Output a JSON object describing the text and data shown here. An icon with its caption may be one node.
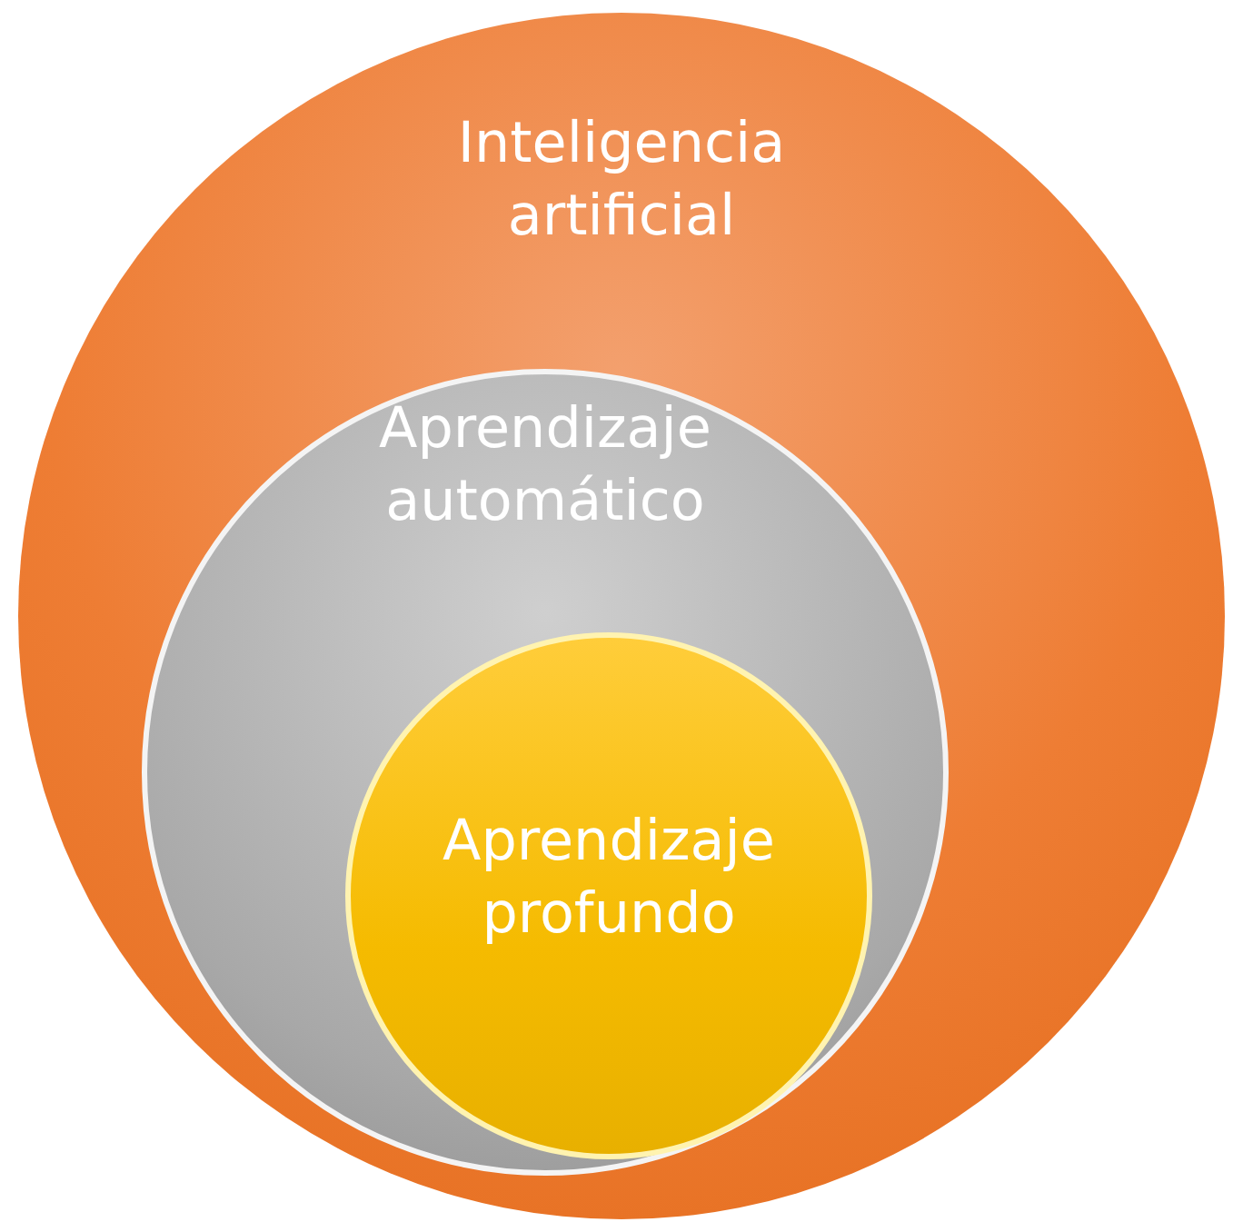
{
  "diagram": {
    "nodes": [
      {
        "text": [
          "Inteligencia artificial"
        ]
      },
      {
        "text": [
          "Aprendizaje automático"
        ],
        "in": 0
      },
      {
        "text": [
          "Aprendizaje profundo"
        ],
        "in": 1
      }
    ]
  }
}
